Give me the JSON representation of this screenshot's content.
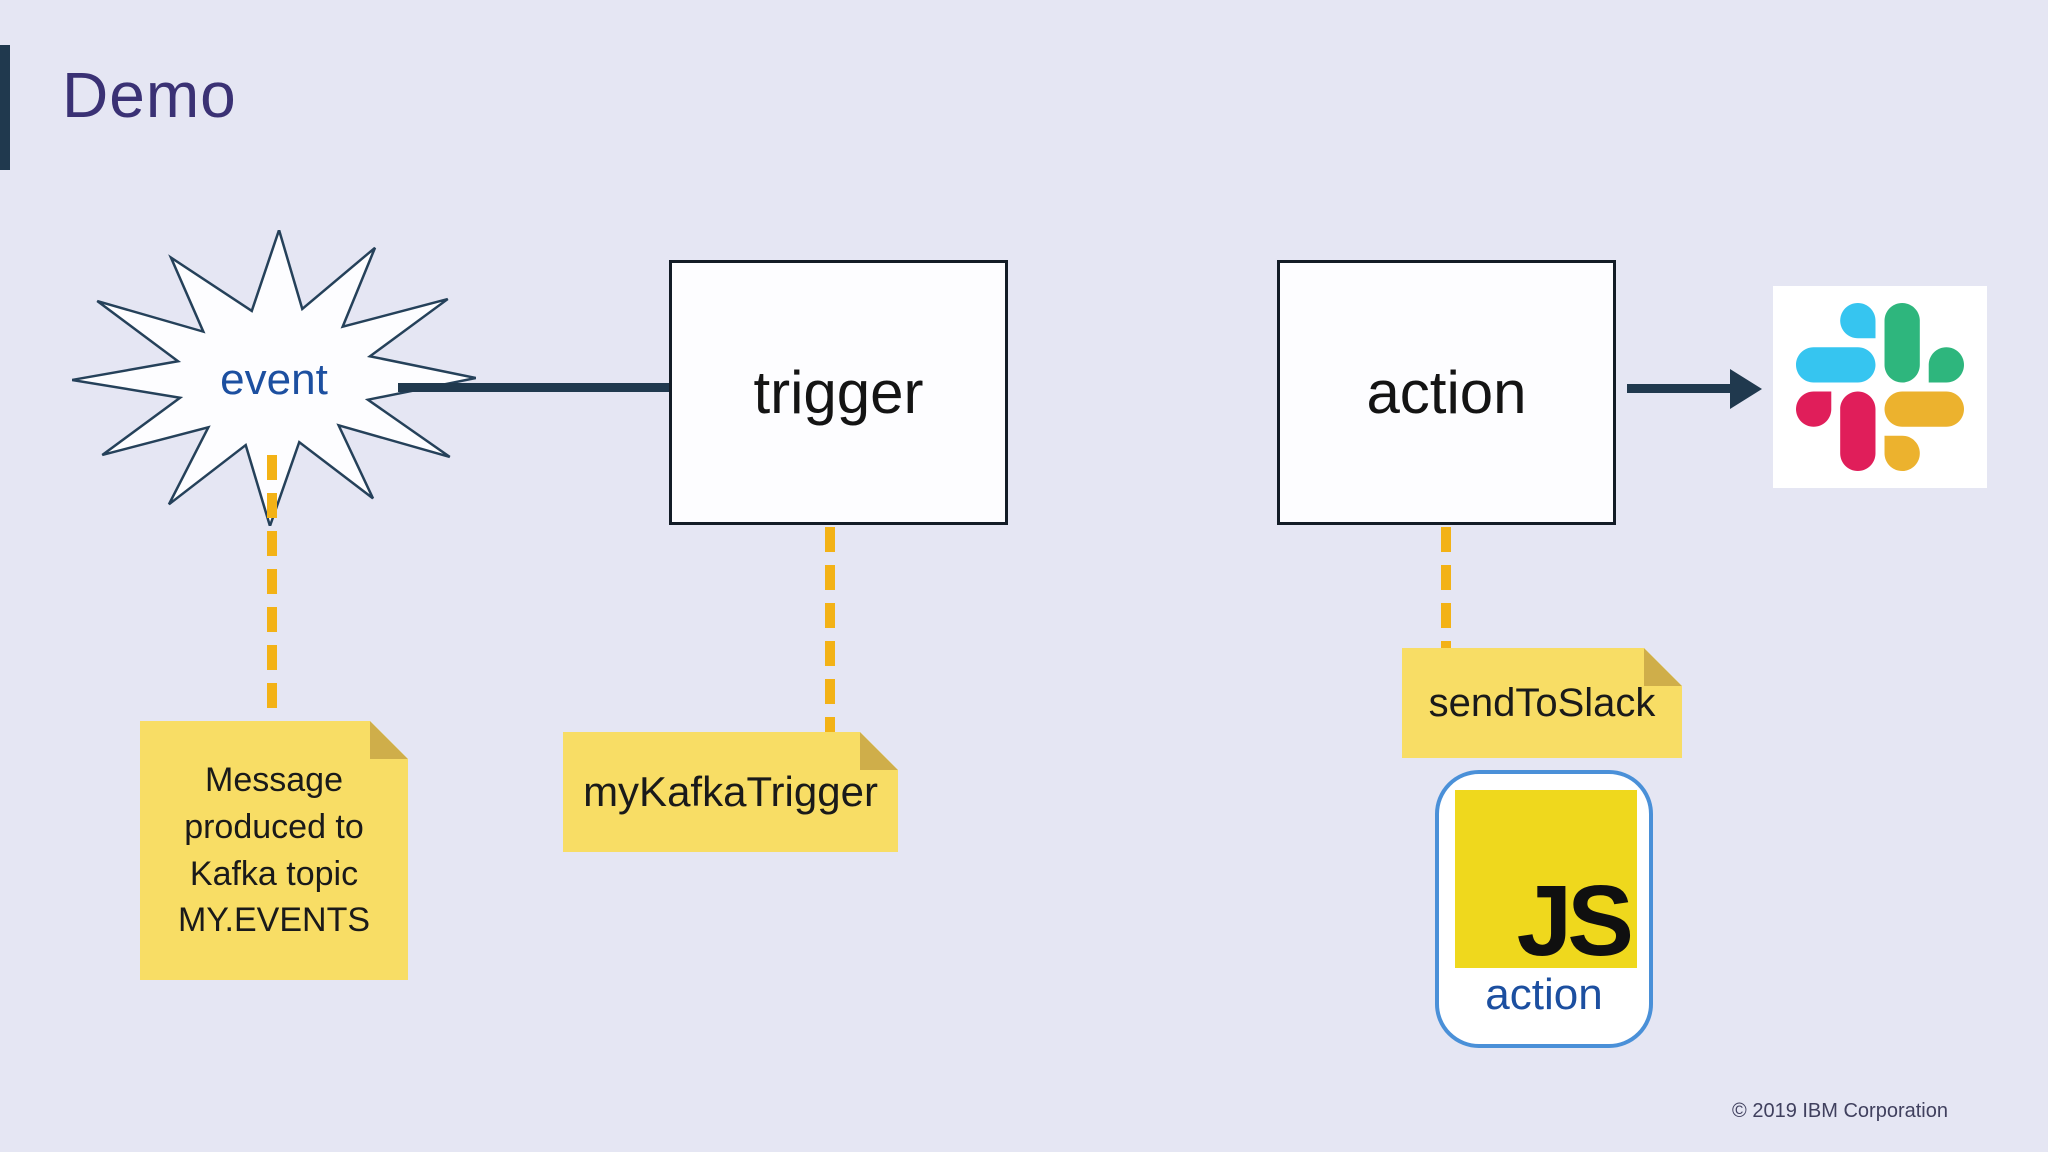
{
  "slide": {
    "title": "Demo",
    "copyright": "© 2019 IBM Corporation"
  },
  "flow": {
    "event_label": "event",
    "trigger_label": "trigger",
    "action_label": "action"
  },
  "notes": {
    "event_note": "Message produced to Kafka topic MY.EVENTS",
    "trigger_note": "myKafkaTrigger",
    "action_note": "sendToSlack"
  },
  "js_card": {
    "logo_text": "JS",
    "label": "action"
  },
  "icons": {
    "event_burst": "starburst-shape",
    "slack": "slack-logo",
    "arrow": "arrow-right"
  },
  "colors": {
    "background": "#e5e6f3",
    "connector_navy": "#20394e",
    "dash_gold": "#f3b216",
    "note_yellow": "#f8dd65",
    "note_fold": "#cfae4a",
    "label_blue": "#1c4fa0",
    "title_purple": "#3a3174",
    "js_yellow": "#efd81d",
    "js_card_border": "#4a90d8",
    "slack_blue": "#36c5f0",
    "slack_green": "#2eb67d",
    "slack_yellow": "#ecb22e",
    "slack_red": "#e01e5a"
  }
}
